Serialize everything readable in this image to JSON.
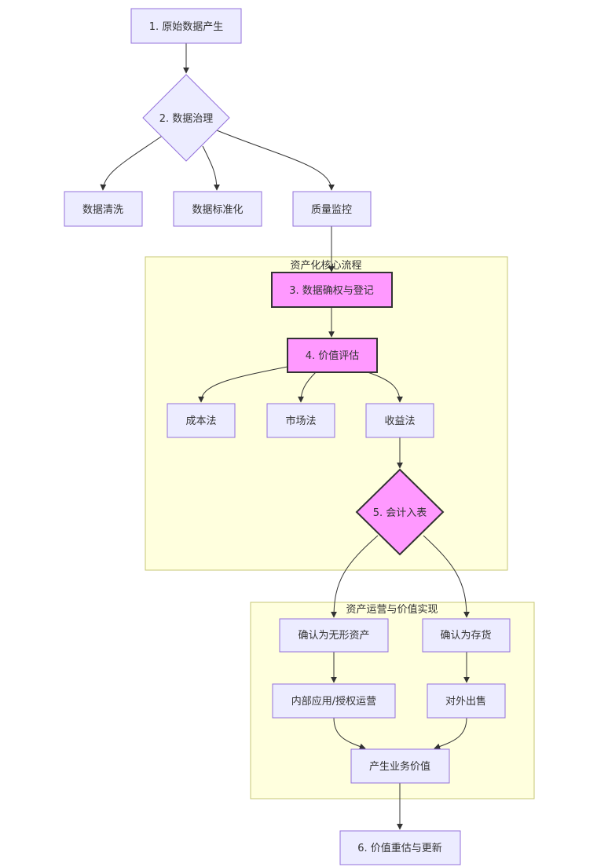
{
  "clusters": {
    "core": "资产化核心流程",
    "ops": "资产运营与价值实现"
  },
  "nodes": {
    "n1": "1. 原始数据产生",
    "n2": "2. 数据治理",
    "clean": "数据清洗",
    "standard": "数据标准化",
    "quality": "质量监控",
    "n3": "3. 数据确权与登记",
    "n4": "4. 价值评估",
    "cost": "成本法",
    "market": "市场法",
    "income": "收益法",
    "n5": "5. 会计入表",
    "intangible": "确认为无形资产",
    "inventory": "确认为存货",
    "internal": "内部应用/授权运营",
    "external": "对外出售",
    "bizvalue": "产生业务价值",
    "n6": "6. 价值重估与更新"
  },
  "colors": {
    "node_fill": "#ececff",
    "node_stroke": "#9370db",
    "highlight_fill": "#ff99ff",
    "cluster_fill": "#ffffde",
    "cluster_stroke": "#c7c775",
    "edge": "#333333"
  }
}
